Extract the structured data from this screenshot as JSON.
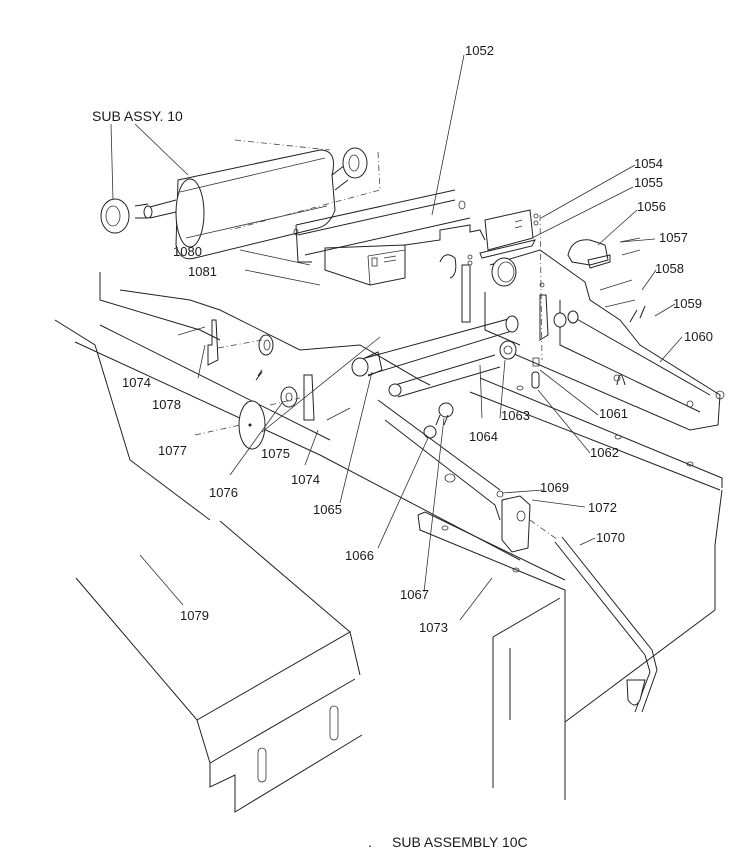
{
  "diagram": {
    "type": "exploded-parts-diagram",
    "subassembly_caption": "SUB ASSEMBLY 10C",
    "group_label": "SUB ASSY. 10",
    "caption_bullet": ".",
    "callouts": [
      {
        "id": "1052",
        "label": "1052"
      },
      {
        "id": "1054",
        "label": "1054"
      },
      {
        "id": "1055",
        "label": "1055"
      },
      {
        "id": "1056",
        "label": "1056"
      },
      {
        "id": "1057",
        "label": "1057"
      },
      {
        "id": "1058",
        "label": "1058"
      },
      {
        "id": "1059",
        "label": "1059"
      },
      {
        "id": "1060",
        "label": "1060"
      },
      {
        "id": "1061",
        "label": "1061"
      },
      {
        "id": "1062",
        "label": "1062"
      },
      {
        "id": "1063",
        "label": "1063"
      },
      {
        "id": "1064",
        "label": "1064"
      },
      {
        "id": "1065",
        "label": "1065"
      },
      {
        "id": "1066",
        "label": "1066"
      },
      {
        "id": "1067",
        "label": "1067"
      },
      {
        "id": "1069",
        "label": "1069"
      },
      {
        "id": "1070",
        "label": "1070"
      },
      {
        "id": "1072",
        "label": "1072"
      },
      {
        "id": "1073",
        "label": "1073"
      },
      {
        "id": "1074a",
        "label": "1074"
      },
      {
        "id": "1074b",
        "label": "1074"
      },
      {
        "id": "1075",
        "label": "1075"
      },
      {
        "id": "1076",
        "label": "1076"
      },
      {
        "id": "1077",
        "label": "1077"
      },
      {
        "id": "1078",
        "label": "1078"
      },
      {
        "id": "1079",
        "label": "1079"
      },
      {
        "id": "1080",
        "label": "1080"
      },
      {
        "id": "1081",
        "label": "1081"
      }
    ]
  }
}
